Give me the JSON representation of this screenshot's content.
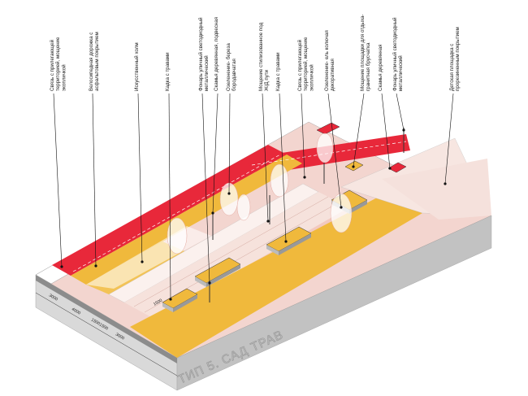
{
  "title": "ТИП 5. САД ТРАВ",
  "labels": [
    {
      "id": "connect-left",
      "lines": [
        "Связь с прилегающей",
        "территорией, мощение",
        "экопличкой"
      ]
    },
    {
      "id": "bike-path",
      "lines": [
        "Велосипедная дорожка с",
        "асфальтовым покрытием"
      ]
    },
    {
      "id": "artificial-hill",
      "lines": [
        "Искусственный холм"
      ]
    },
    {
      "id": "grass-pot-1",
      "lines": [
        "Кадка с травами"
      ]
    },
    {
      "id": "street-lamp-1",
      "lines": [
        "Фонарь уличный светодиодный",
        "металлический"
      ]
    },
    {
      "id": "wooden-bench",
      "lines": [
        "Скамья деревянная, подвесная"
      ]
    },
    {
      "id": "birch-greening",
      "lines": [
        "Озеленение- береза",
        "бородавчатая"
      ]
    },
    {
      "id": "rail-paving",
      "lines": [
        "Мощение стилизованное под",
        "Ж/Д пути"
      ]
    },
    {
      "id": "grass-pot-2",
      "lines": [
        "Кадка с травами"
      ]
    },
    {
      "id": "connect-right",
      "lines": [
        "Связь с прилегающей",
        "территорией, мощение",
        "экопличкой"
      ]
    },
    {
      "id": "spruce-greening",
      "lines": [
        "Озеленение- ель колючая",
        "декоративная"
      ]
    },
    {
      "id": "rest-area",
      "lines": [
        "Мощение площадки для отдыха-",
        "гранитная брусчатка"
      ]
    },
    {
      "id": "wooden-bench-2",
      "lines": [
        "Скамья деревянная"
      ]
    },
    {
      "id": "street-lamp-2",
      "lines": [
        "Фонарь уличный светодиодный",
        "металлический"
      ]
    },
    {
      "id": "kids-area",
      "lines": [
        "Детская площадка с",
        "прорезиненным покрытием"
      ]
    }
  ],
  "dimensions": [
    "3000",
    "4000",
    "1500",
    "1500",
    "3000",
    "1500"
  ],
  "colors": {
    "bike": "#e8283a",
    "sand": "#f0b93c",
    "pink": "#f2cfc8",
    "blush": "#f6e2dc",
    "ground_front": "#dcdcdc",
    "ground_side": "#c4c4c4",
    "white": "#ffffff"
  }
}
